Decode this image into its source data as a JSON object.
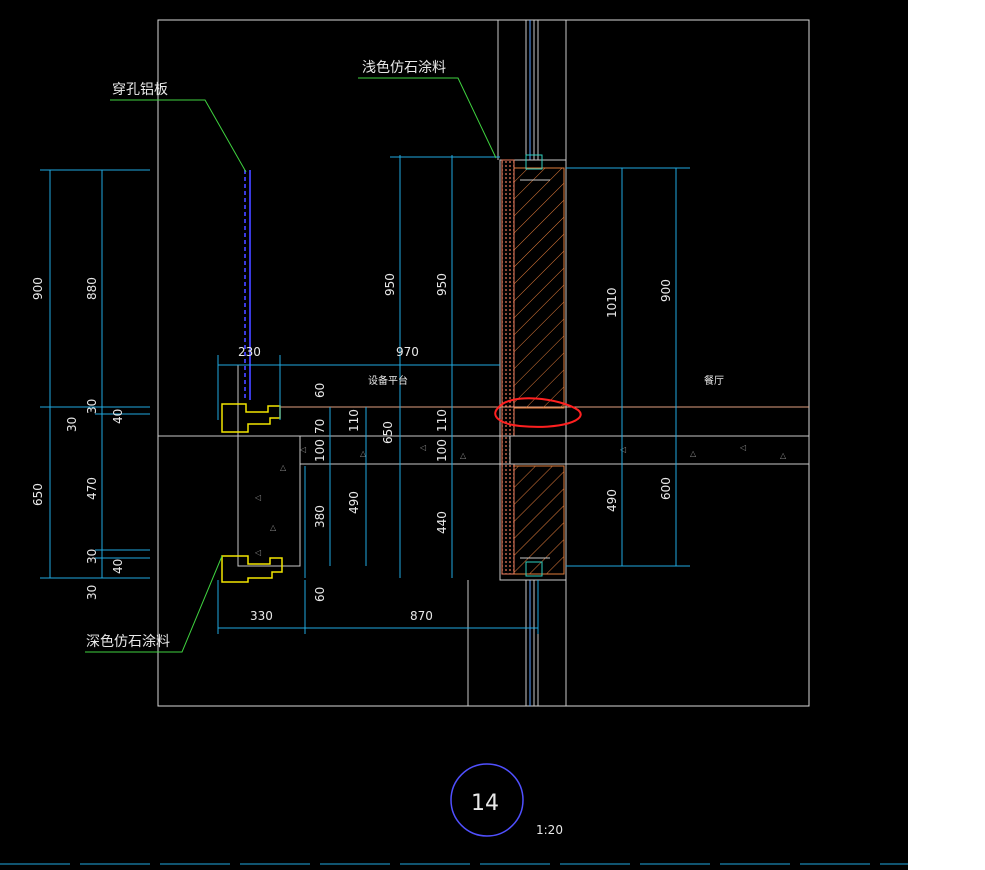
{
  "labels": {
    "perforated_panel": "穿孔铝板",
    "light_coating": "浅色仿石涂料",
    "dark_coating": "深色仿石涂料",
    "equipment_platform": "设备平台",
    "hall": "餐厅"
  },
  "detail": {
    "number": "14",
    "scale": "1:20"
  },
  "dims": {
    "left_900": "900",
    "left_880": "880",
    "left_30a": "30",
    "left_40a": "40",
    "left_30b": "30",
    "left_650": "650",
    "left_470": "470",
    "left_30c": "30",
    "left_40b": "40",
    "left_30d": "30",
    "top_230": "230",
    "top_970": "970",
    "mid_60a": "60",
    "mid_110a": "110",
    "mid_70": "70",
    "mid_100a": "100",
    "mid_380": "380",
    "mid_490a": "490",
    "mid_60b": "60",
    "mid_650": "650",
    "mid_110b": "110",
    "mid_100b": "100",
    "mid_440": "440",
    "mid_950a": "950",
    "mid_950b": "950",
    "right_1010": "1010",
    "right_900": "900",
    "right_490": "490",
    "right_600": "600",
    "bot_330": "330",
    "bot_870": "870"
  },
  "colors": {
    "background": "#000000",
    "frame": "#d8d8d8",
    "dim": "#1fa9e0",
    "leader": "#3fd23f",
    "panel": "#3a3adf",
    "yellow": "#f2e500",
    "hatch": "#e07b3a",
    "mark": "#ff2020",
    "circle": "#5050ff"
  }
}
